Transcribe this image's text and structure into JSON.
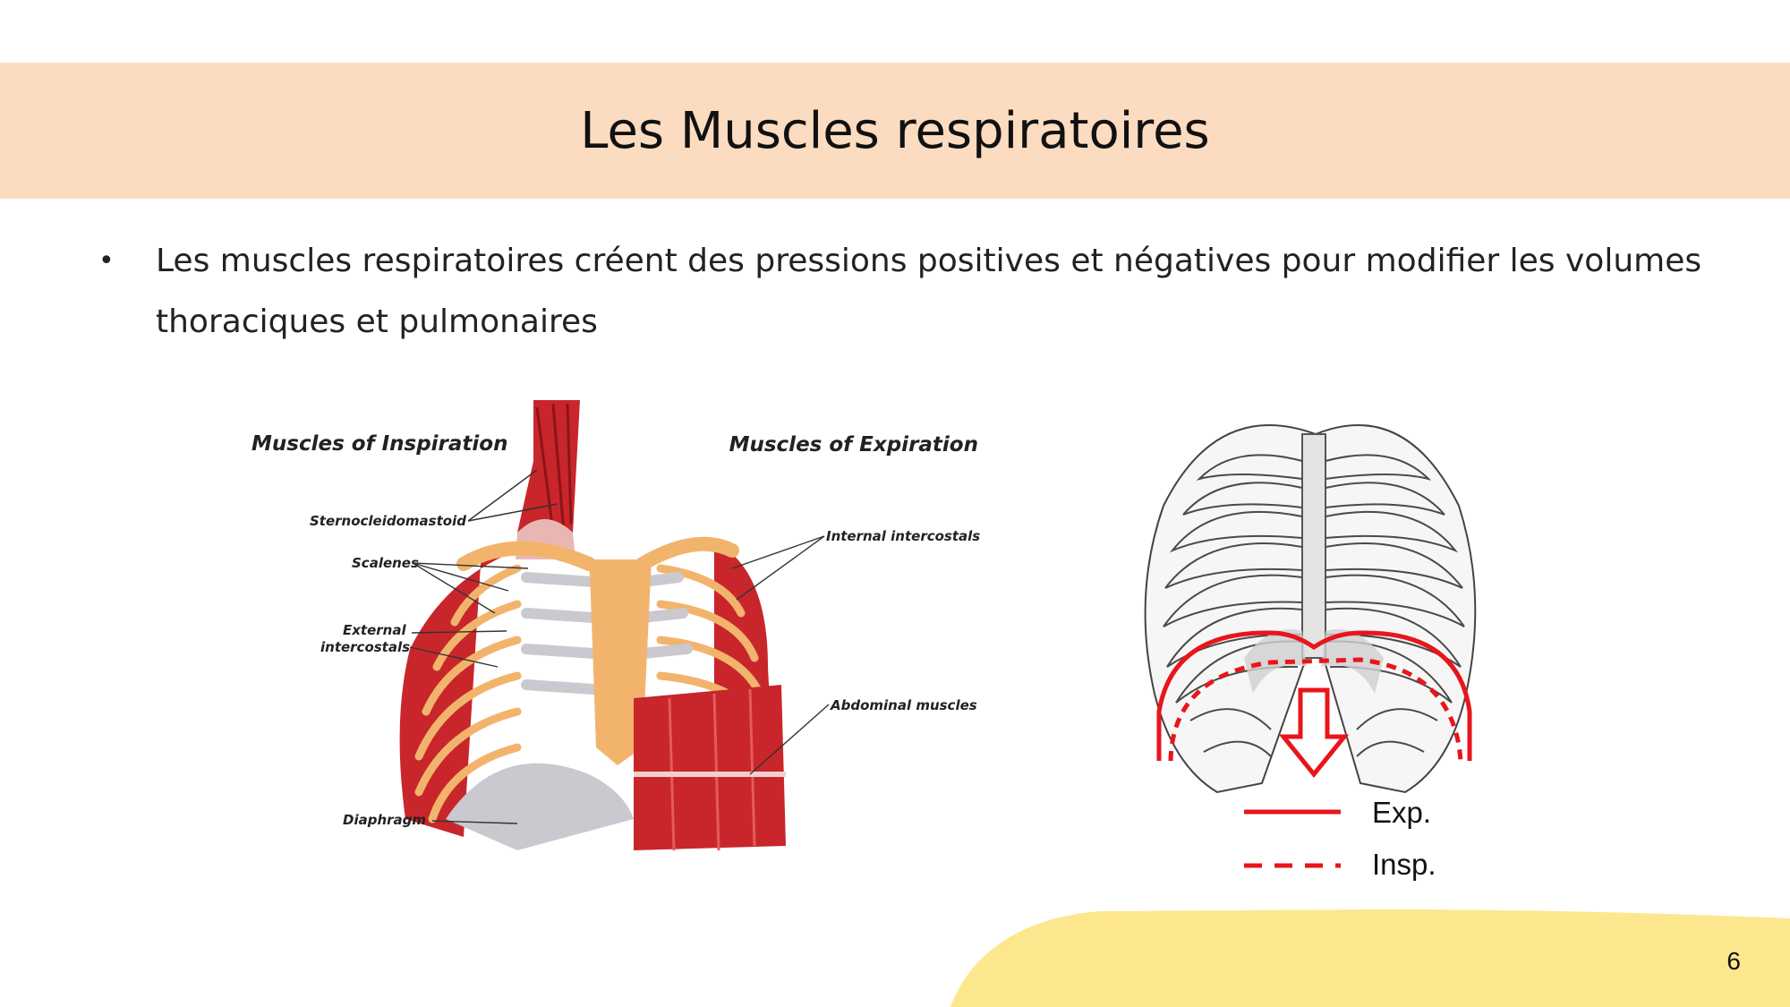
{
  "slide": {
    "title": "Les Muscles respiratoires",
    "bullet": "Les muscles respiratoires créent des pressions positives et négatives pour modifier les volumes thoraciques et pulmonaires",
    "bullet_line1": "Les muscles respiratoires créent des pressions positives et négatives pour modifier les volumes",
    "bullet_line2": "thoraciques et pulmonaires",
    "page_number": "6"
  },
  "figure_left": {
    "heading_inspiration": "Muscles of Inspiration",
    "heading_expiration": "Muscles of Expiration",
    "labels": {
      "sternocleidomastoid": "Sternocleidomastoid",
      "scalenes": "Scalenes",
      "external_intercostals_1": "External",
      "external_intercostals_2": "intercostals",
      "diaphragm": "Diaphragm",
      "internal_intercostals": "Internal intercostals",
      "abdominal_muscles": "Abdominal muscles"
    }
  },
  "figure_right": {
    "legend": {
      "expiration": "Exp.",
      "inspiration": "Insp."
    },
    "colors": {
      "line": "#e8151b"
    }
  },
  "colors": {
    "title_band": "#fcdcc0",
    "decor_yellow": "#fde78e",
    "muscle_red": "#c8262b",
    "bone": "#f2b46c",
    "cartilage": "#c9c9cf"
  }
}
